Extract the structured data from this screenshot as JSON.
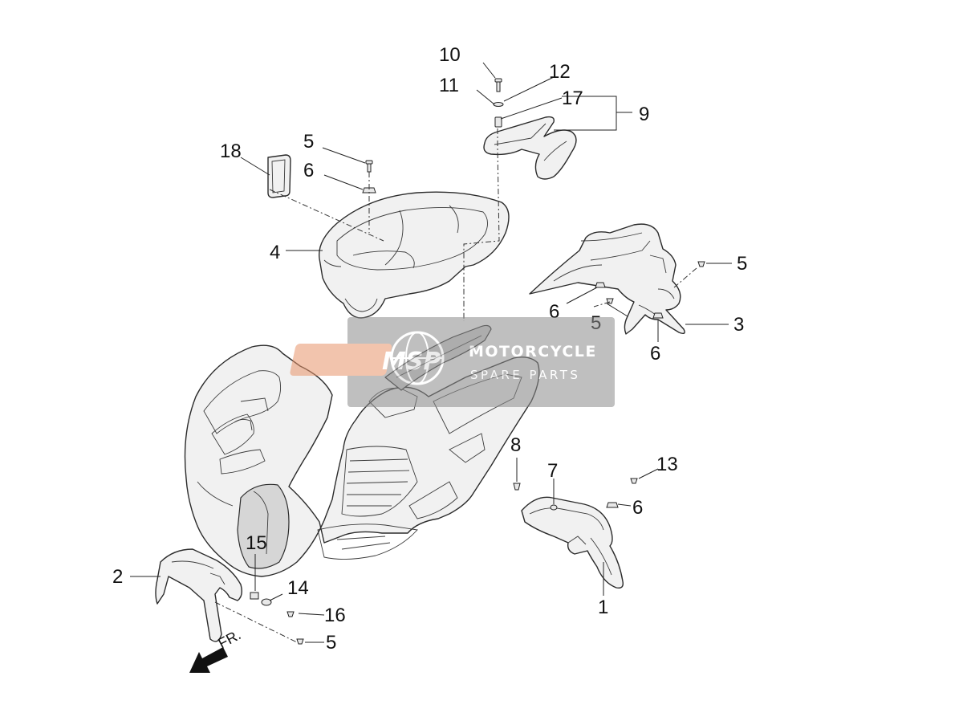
{
  "diagram": {
    "callouts": [
      {
        "id": "c10",
        "label": "10"
      },
      {
        "id": "c12",
        "label": "12"
      },
      {
        "id": "c11",
        "label": "11"
      },
      {
        "id": "c17",
        "label": "17"
      },
      {
        "id": "c9",
        "label": "9"
      },
      {
        "id": "c18",
        "label": "18"
      },
      {
        "id": "c5a",
        "label": "5"
      },
      {
        "id": "c6a",
        "label": "6"
      },
      {
        "id": "c4",
        "label": "4"
      },
      {
        "id": "c5b",
        "label": "5"
      },
      {
        "id": "c6b",
        "label": "6"
      },
      {
        "id": "c5c",
        "label": "5"
      },
      {
        "id": "c3",
        "label": "3"
      },
      {
        "id": "c6c",
        "label": "6"
      },
      {
        "id": "c8",
        "label": "8"
      },
      {
        "id": "c7",
        "label": "7"
      },
      {
        "id": "c13",
        "label": "13"
      },
      {
        "id": "c6d",
        "label": "6"
      },
      {
        "id": "c1",
        "label": "1"
      },
      {
        "id": "c15",
        "label": "15"
      },
      {
        "id": "c2",
        "label": "2"
      },
      {
        "id": "c14",
        "label": "14"
      },
      {
        "id": "c16",
        "label": "16"
      },
      {
        "id": "c5d",
        "label": "5"
      }
    ],
    "direction_label": "FR."
  },
  "watermark": {
    "logo": "MSP",
    "line1": "MOTORCYCLE",
    "line2": "SPARE PARTS",
    "colors": {
      "box": "#9a9a9a",
      "logo": "#e8956b",
      "text": "#ffffff"
    }
  }
}
